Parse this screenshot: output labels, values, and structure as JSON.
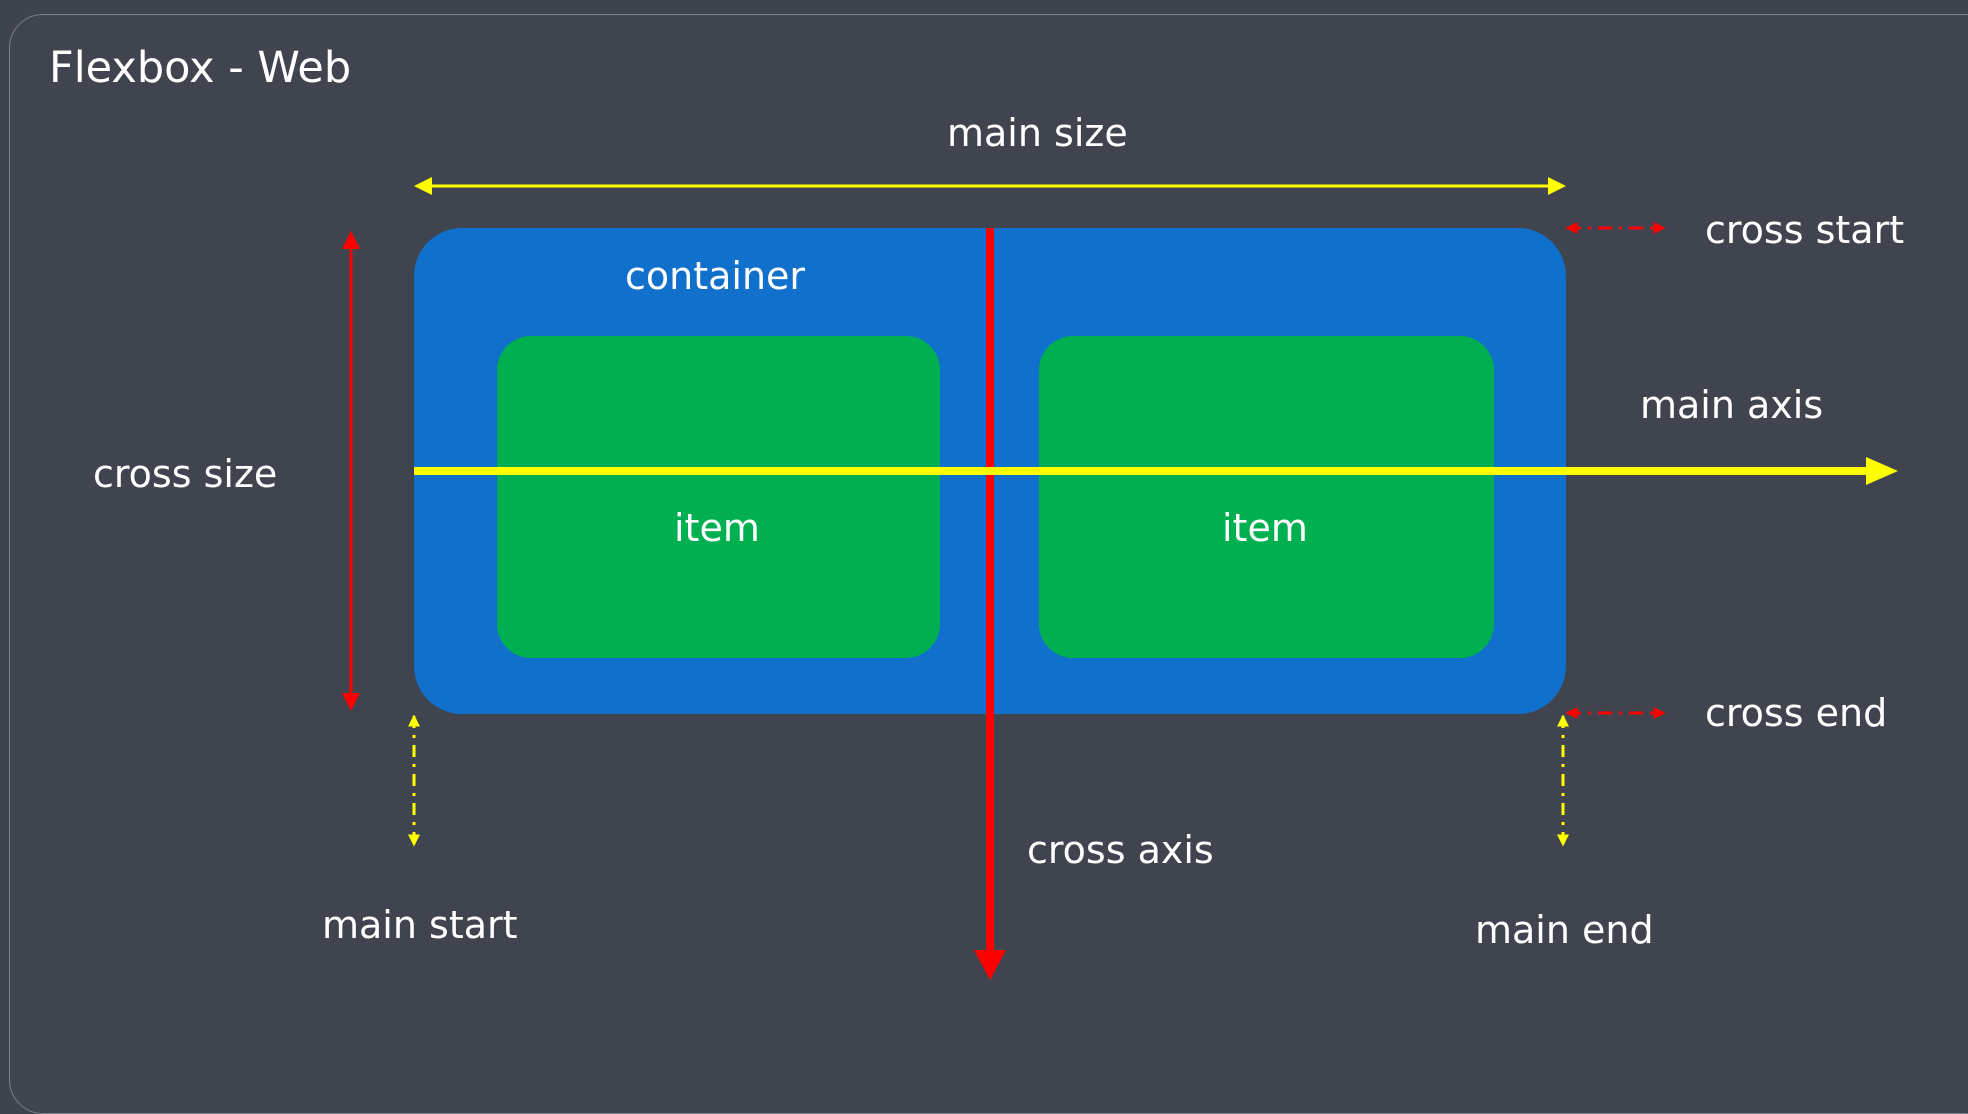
{
  "slide": {
    "title": "Flexbox - Web"
  },
  "diagram": {
    "container_label": "container",
    "items": [
      "item",
      "item"
    ],
    "labels": {
      "main_size": "main size",
      "cross_size": "cross size",
      "cross_start": "cross start",
      "cross_end": "cross end",
      "main_axis": "main axis",
      "cross_axis": "cross axis",
      "main_start": "main start",
      "main_end": "main end"
    }
  },
  "colors": {
    "background": "#40444e",
    "container": "#1070cc",
    "item": "#00b050",
    "main_axis": "#ffff00",
    "cross_axis": "#ff0000",
    "text": "#ffffff"
  }
}
